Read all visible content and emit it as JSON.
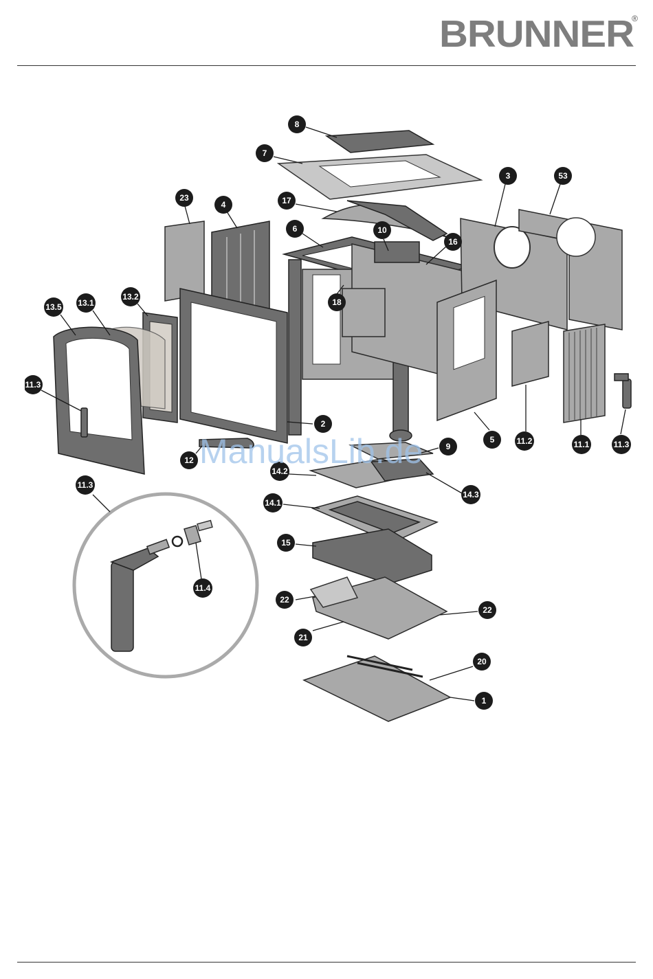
{
  "header": {
    "brand": "BRUNNER",
    "registered": "®"
  },
  "watermark": "ManualsLib.de",
  "diagram": {
    "callouts": [
      {
        "id": "8",
        "label": "8"
      },
      {
        "id": "7",
        "label": "7"
      },
      {
        "id": "3",
        "label": "3"
      },
      {
        "id": "53",
        "label": "53"
      },
      {
        "id": "23",
        "label": "23"
      },
      {
        "id": "4",
        "label": "4"
      },
      {
        "id": "17",
        "label": "17"
      },
      {
        "id": "6",
        "label": "6"
      },
      {
        "id": "10",
        "label": "10"
      },
      {
        "id": "16",
        "label": "16"
      },
      {
        "id": "13.5",
        "label": "13.5"
      },
      {
        "id": "13.1",
        "label": "13.1"
      },
      {
        "id": "13.2",
        "label": "13.2"
      },
      {
        "id": "18",
        "label": "18"
      },
      {
        "id": "11.3a",
        "label": "11.3"
      },
      {
        "id": "2",
        "label": "2"
      },
      {
        "id": "5",
        "label": "5"
      },
      {
        "id": "11.2",
        "label": "11.2"
      },
      {
        "id": "11.1",
        "label": "11.1"
      },
      {
        "id": "11.3b",
        "label": "11.3"
      },
      {
        "id": "9",
        "label": "9"
      },
      {
        "id": "12",
        "label": "12"
      },
      {
        "id": "14.2",
        "label": "14.2"
      },
      {
        "id": "14.3",
        "label": "14.3"
      },
      {
        "id": "11.3c",
        "label": "11.3"
      },
      {
        "id": "14.1",
        "label": "14.1"
      },
      {
        "id": "15",
        "label": "15"
      },
      {
        "id": "11.4",
        "label": "11.4"
      },
      {
        "id": "22a",
        "label": "22"
      },
      {
        "id": "22b",
        "label": "22"
      },
      {
        "id": "21",
        "label": "21"
      },
      {
        "id": "20",
        "label": "20"
      },
      {
        "id": "1",
        "label": "1"
      }
    ]
  }
}
